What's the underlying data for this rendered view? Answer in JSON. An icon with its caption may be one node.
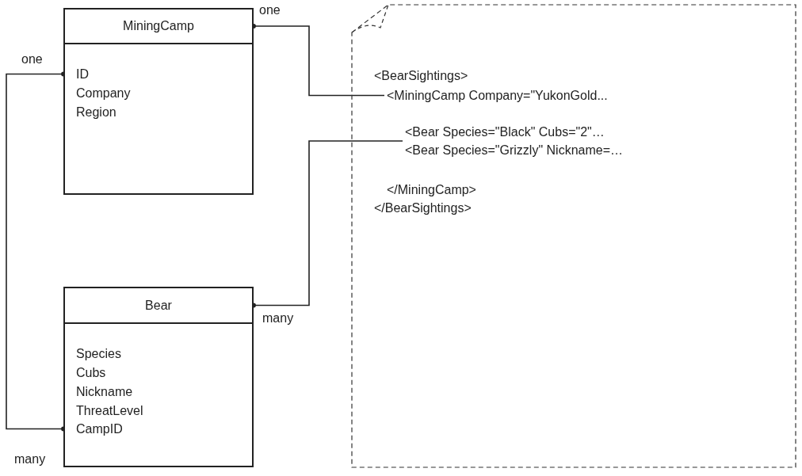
{
  "diagram": {
    "nodes": [
      {
        "text": [
          "MiningCamp"
        ]
      },
      {
        "text": [
          "ID"
        ],
        "in": 0
      },
      {
        "text": [
          "Company"
        ],
        "in": 0
      },
      {
        "text": [
          "Region"
        ],
        "in": 0
      },
      {
        "text": [],
        "shape": "page"
      },
      {
        "text": [
          "<BearSightings>"
        ],
        "in": 4
      },
      {
        "text": [
          "<MiningCamp Company=\"YukonGold..."
        ],
        "in": 4
      },
      {
        "text": [
          "<Bear Species=\"Black\" Cubs=\"2\"…",
          "<Bear Species=\"Grizzly\" Nickname=…"
        ],
        "in": 4
      },
      {
        "text": [
          "</MiningCamp>"
        ],
        "in": 4
      },
      {
        "text": [
          "</BearSightings>"
        ],
        "in": 4
      },
      {
        "text": [
          "Bear"
        ]
      },
      {
        "text": [
          "Species"
        ],
        "in": 10
      },
      {
        "text": [
          "Cubs"
        ],
        "in": 10
      },
      {
        "text": [
          "Nickname"
        ],
        "in": 10
      },
      {
        "text": [
          "ThreatLevel"
        ],
        "in": 10
      },
      {
        "text": [
          "CampID"
        ],
        "in": 10
      }
    ],
    "edges": [
      {
        "from": 0,
        "to": 6,
        "arrow": "other"
      },
      {
        "from": 10,
        "to": 7,
        "arrow": "other"
      },
      {
        "from": 1,
        "to": 15,
        "arrow": "other"
      }
    ],
    "labels": [
      "one",
      "one",
      "many",
      "many"
    ]
  }
}
